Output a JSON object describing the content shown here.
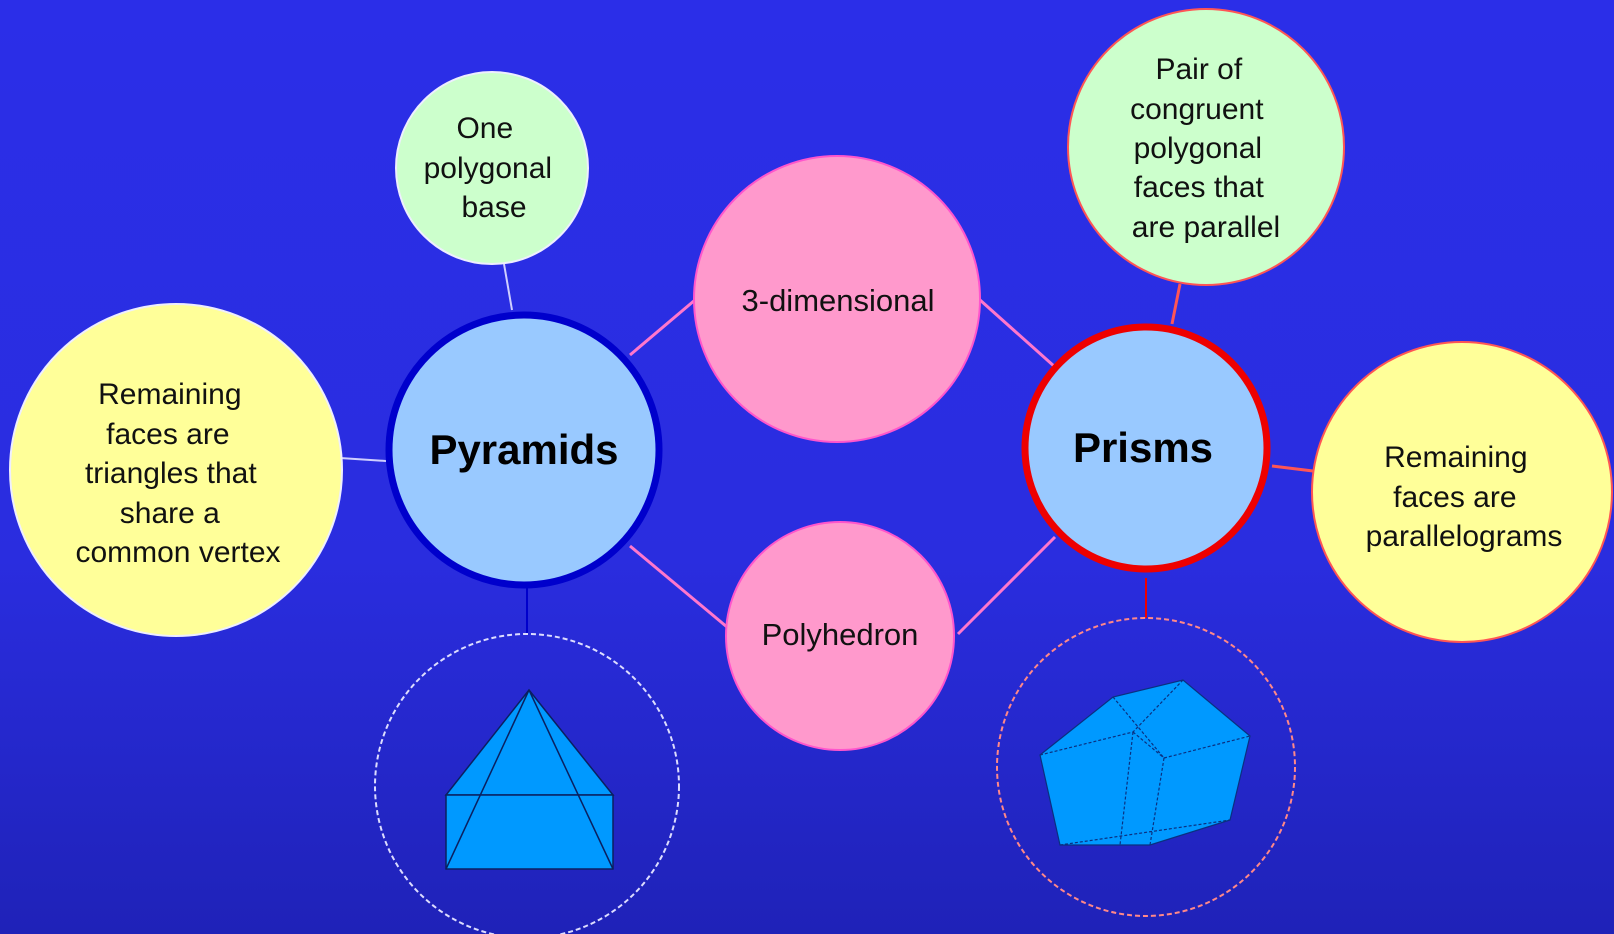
{
  "colors": {
    "background": "#2b2ee8",
    "center_fill": "#99c9ff",
    "pyramid_ring": "#0000cc",
    "prism_ring": "#ee0000",
    "green_fill": "#ccffcc",
    "yellow_fill": "#ffff99",
    "pink_fill": "#ff99cc",
    "solid_fill": "#0099ff"
  },
  "nodes": {
    "pyramids": {
      "label": "Pyramids"
    },
    "prisms": {
      "label": "Prisms"
    },
    "three_dimensional": {
      "lines": [
        "3-dimensional"
      ]
    },
    "polyhedron": {
      "lines": [
        "Polyhedron"
      ]
    },
    "pyramid_base": {
      "lines": [
        "One",
        "polygonal",
        "base"
      ]
    },
    "pyramid_faces": {
      "lines": [
        "Remaining",
        "faces are",
        "triangles that",
        "share a",
        "common vertex"
      ]
    },
    "prism_bases": {
      "lines": [
        "Pair of",
        "congruent",
        "polygonal",
        "faces that",
        "are parallel"
      ]
    },
    "prism_faces": {
      "lines": [
        "Remaining",
        "faces are",
        "parallelograms"
      ]
    }
  },
  "icons": {
    "pyramid": "pyramid-solid-icon",
    "prism": "pentagonal-prism-icon"
  }
}
